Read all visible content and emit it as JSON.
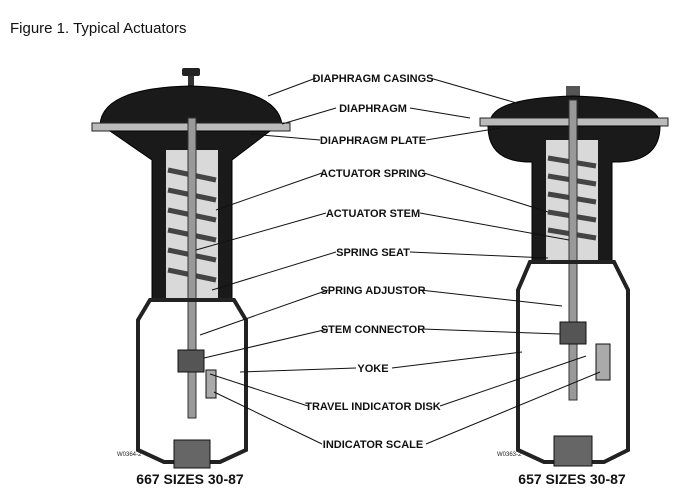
{
  "title": "Figure 1. Typical Actuators",
  "labels": [
    "DIAPHRAGM CASINGS",
    "DIAPHRAGM",
    "DIAPHRAGM PLATE",
    "ACTUATOR SPRING",
    "ACTUATOR STEM",
    "SPRING SEAT",
    "SPRING ADJUSTOR",
    "STEM CONNECTOR",
    "YOKE",
    "TRAVEL INDICATOR DISK",
    "INDICATOR SCALE"
  ],
  "actuators": [
    {
      "caption": "667 SIZES 30-87",
      "code": "W0364-2"
    },
    {
      "caption": "657 SIZES 30-87",
      "code": "W0363-2"
    }
  ]
}
